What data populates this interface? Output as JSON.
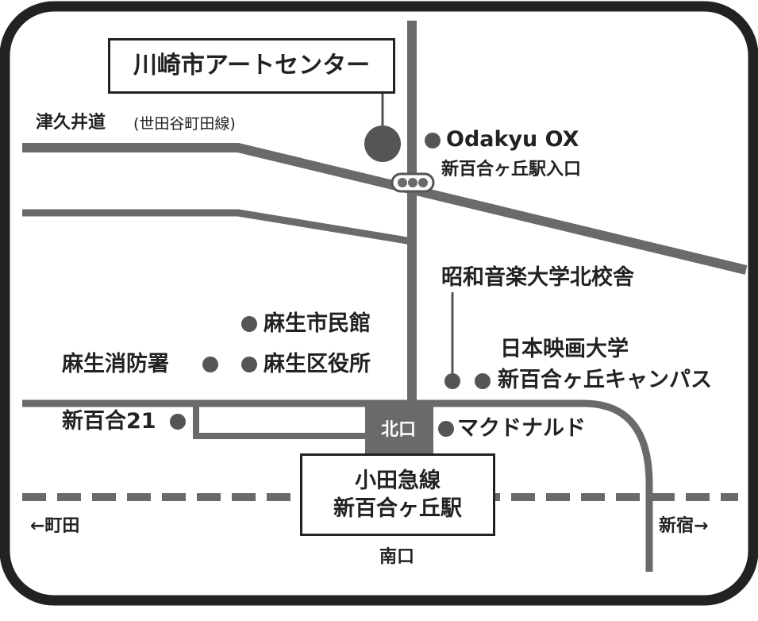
{
  "title_box": {
    "text": "川崎市アートセンター"
  },
  "road_main": {
    "name": "津久井道",
    "sub": "(世田谷町田線)"
  },
  "landmarks": {
    "odakyu_ox": "Odakyu OX",
    "entrance": "新百合ヶ丘駅入口",
    "showa_music": "昭和音楽大学北校舎",
    "asao_civic": "麻生市民館",
    "asao_fire": "麻生消防署",
    "asao_ward": "麻生区役所",
    "nihon_eiga_1": "日本映画大学",
    "nihon_eiga_2": "新百合ヶ丘キャンパス",
    "shinyuri21": "新百合21",
    "mcdonalds": "マクドナルド"
  },
  "station_box": {
    "line1": "小田急線",
    "line2": "新百合ヶ丘駅"
  },
  "exits": {
    "north": "北口",
    "south": "南口"
  },
  "directions": {
    "left": "←町田",
    "right": "新宿→"
  },
  "colors": {
    "road": "#6a6a6a",
    "frame": "#222222",
    "marker": "#555555"
  }
}
